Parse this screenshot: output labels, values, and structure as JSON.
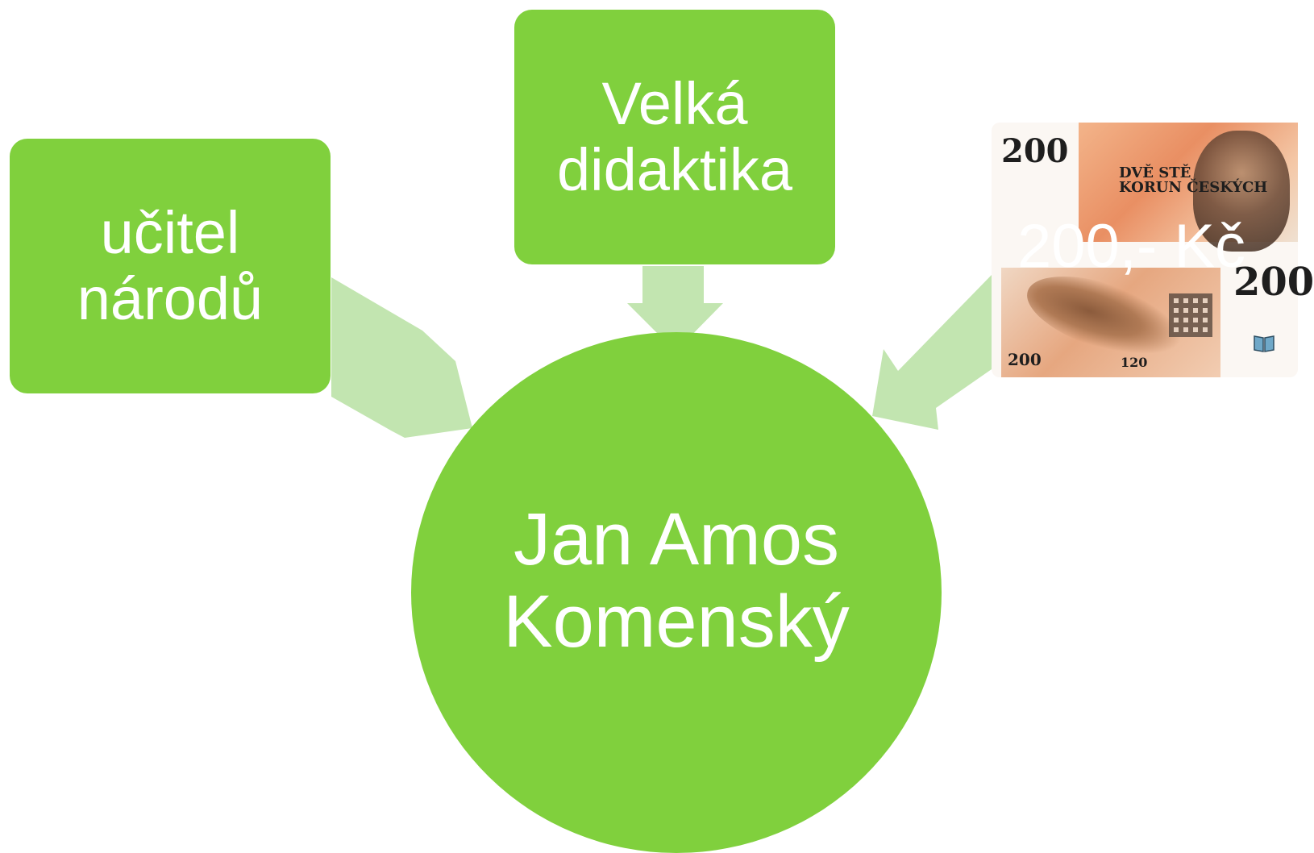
{
  "diagram": {
    "center": {
      "label": "Jan Amos\nKomenský"
    },
    "nodes": [
      {
        "id": "teacher",
        "label": "učitel\nnárodů"
      },
      {
        "id": "didactics",
        "label": "Velká\ndidaktika"
      }
    ],
    "banknote": {
      "denomination": "200",
      "denomination_back": "200",
      "denomination_corner": "200",
      "words": "DVĚ STĚ\nKORUN ČESKÝCH",
      "serial": "120",
      "price_label": "200,- Kč"
    }
  },
  "colors": {
    "node_fill": "#80d03d",
    "arrow_fill": "#c2e5b0",
    "text": "#ffffff"
  }
}
